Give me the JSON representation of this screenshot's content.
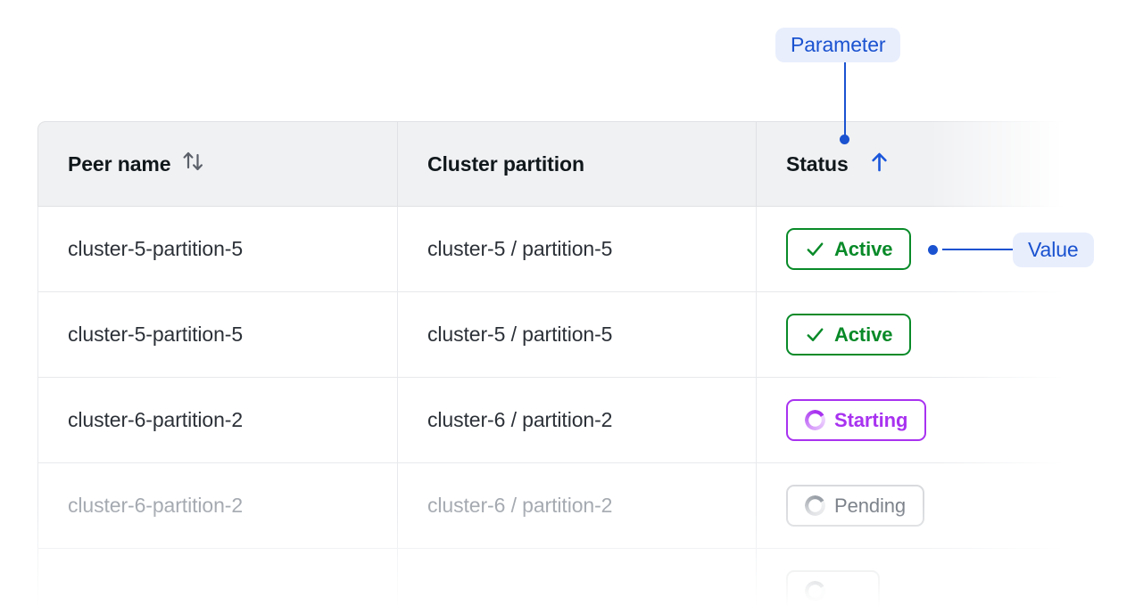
{
  "table": {
    "columns": [
      {
        "key": "peer",
        "label": "Peer name",
        "sort_icon": "sort-both-icon",
        "sorted": false
      },
      {
        "key": "cluster",
        "label": "Cluster partition",
        "sort_icon": null,
        "sorted": false
      },
      {
        "key": "status",
        "label": "Status",
        "sort_icon": "arrow-up-icon",
        "sorted": true
      }
    ],
    "rows": [
      {
        "peer": "cluster-5-partition-5",
        "cluster": "cluster-5 / partition-5",
        "status": {
          "label": "Active",
          "variant": "active",
          "icon": "check-icon"
        },
        "dim": false
      },
      {
        "peer": "cluster-5-partition-5",
        "cluster": "cluster-5 / partition-5",
        "status": {
          "label": "Active",
          "variant": "active",
          "icon": "check-icon"
        },
        "dim": false
      },
      {
        "peer": "cluster-6-partition-2",
        "cluster": "cluster-6 / partition-2",
        "status": {
          "label": "Starting",
          "variant": "starting",
          "icon": "spinner-icon"
        },
        "dim": false
      },
      {
        "peer": "cluster-6-partition-2",
        "cluster": "cluster-6 / partition-2",
        "status": {
          "label": "Pending",
          "variant": "pending",
          "icon": "spinner-icon"
        },
        "dim": true
      }
    ]
  },
  "annotations": {
    "parameter": {
      "label": "Parameter"
    },
    "value": {
      "label": "Value"
    }
  },
  "colors": {
    "accent_blue": "#1a52d0",
    "annotation_pill_bg": "#e8eefc",
    "status_active": "#088a28",
    "status_starting": "#a832f0",
    "status_pending": "#7b8189",
    "header_bg": "#f0f1f3",
    "border": "#dfe1e4"
  }
}
